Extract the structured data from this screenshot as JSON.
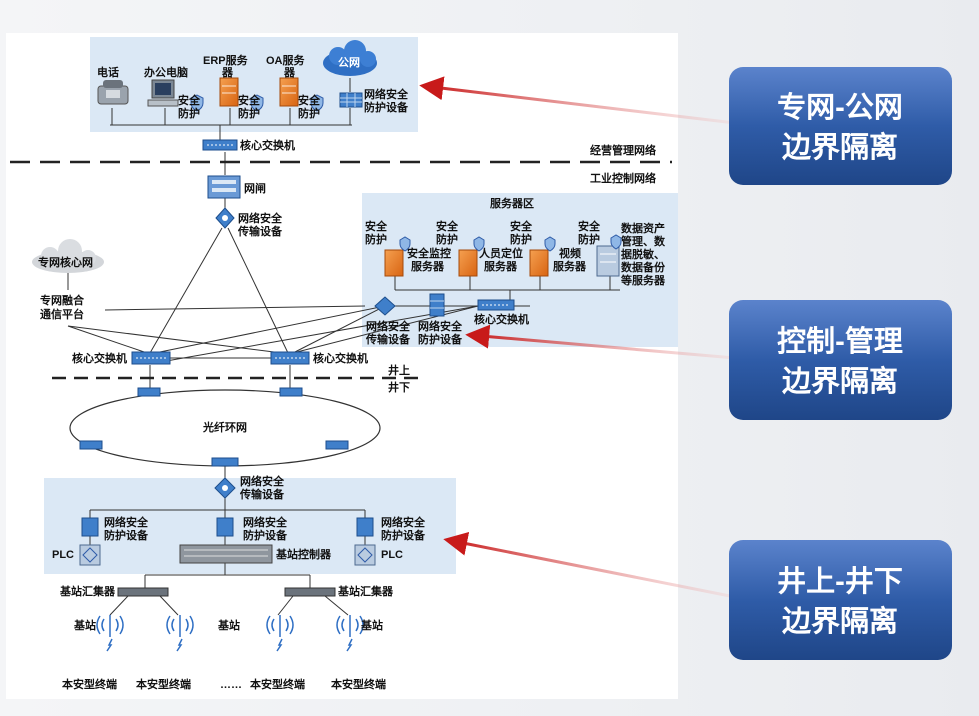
{
  "top_zone": {
    "phone": "电话",
    "office_pc": "办公电脑",
    "erp": [
      "ERP服务",
      "器"
    ],
    "oa": [
      "OA服务",
      "器"
    ],
    "public_net": "公网",
    "sec_protect": [
      "安全",
      "防护"
    ],
    "net_sec_protect": [
      "网络安全",
      "防护设备"
    ]
  },
  "core_switch_top": "核心交换机",
  "zone_labels": {
    "mgmt": "经营管理网络",
    "ind": "工业控制网络"
  },
  "gateway": "网闸",
  "net_sec_trans": [
    "网络安全",
    "传输设备"
  ],
  "private_core_net": "专网核心网",
  "fusion_platform": [
    "专网融合",
    "通信平台"
  ],
  "server_zone": {
    "title": "服务器区",
    "sec_protect": [
      "安全",
      "防护"
    ],
    "monitor": [
      "安全监控",
      "服务器"
    ],
    "locate": [
      "人员定位",
      "服务器"
    ],
    "video": [
      "视频",
      "服务器"
    ],
    "data": [
      "数据资产",
      "管理、数",
      "据脱敏、",
      "数据备份",
      "等服务器"
    ],
    "trans": [
      "网络安全",
      "传输设备"
    ],
    "protect": [
      "网络安全",
      "防护设备"
    ],
    "core_switch": "核心交换机"
  },
  "core_switch": "核心交换机",
  "well_labels": {
    "up": "井上",
    "down": "井下"
  },
  "fiber_ring": "光纤环网",
  "bottom_zone": {
    "trans": [
      "网络安全",
      "传输设备"
    ],
    "protect": [
      "网络安全",
      "防护设备"
    ],
    "plc": "PLC",
    "controller": "基站控制器"
  },
  "aggregator": "基站汇集器",
  "base_station": "基站",
  "terminal": "本安型终端",
  "ellipsis": "……",
  "boundaries": [
    {
      "lines": [
        "专网-公网",
        "边界隔离"
      ]
    },
    {
      "lines": [
        "控制-管理",
        "边界隔离"
      ]
    },
    {
      "lines": [
        "井上-井下",
        "边界隔离"
      ]
    }
  ],
  "colors": {
    "zone_fill": "#dbe8f5",
    "arrow": "#c81a1a",
    "callout": "#2b56a4",
    "server": "#e97d25",
    "switch": "#3f7fca"
  }
}
